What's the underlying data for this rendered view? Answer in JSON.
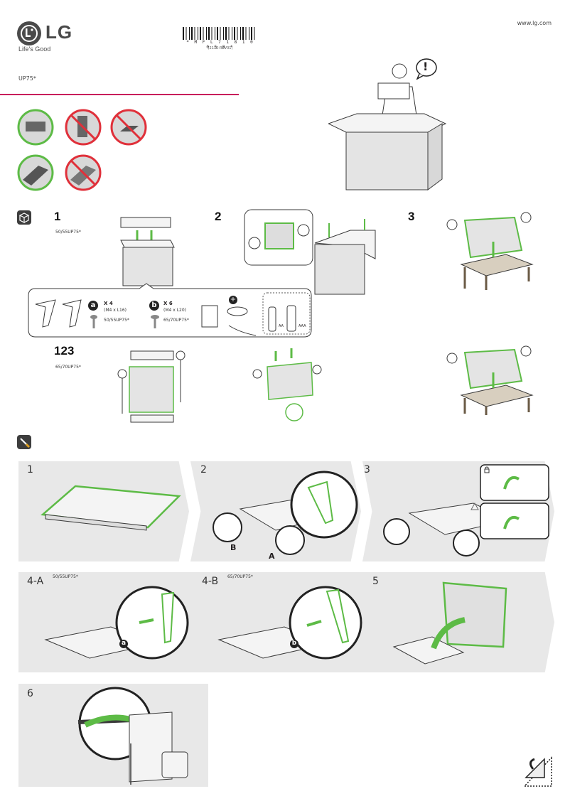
{
  "brand": {
    "logo_text": "LG",
    "tagline": "Life's Good",
    "website": "www.lg.com"
  },
  "barcode": {
    "code": "* M F L 7 1 8 1 0 0 5 0 *",
    "revision": "(2112-REV01)"
  },
  "model": "UP75*",
  "unpack": {
    "step1": "1",
    "step2": "2",
    "step3": "3",
    "group_label": "123",
    "model_small": "50/55UP75*",
    "model_large": "65/70UP75*",
    "screw_a": {
      "badge": "a",
      "count": "X 4",
      "spec": "(M4 x L16)",
      "model": "50/55UP75*"
    },
    "screw_b": {
      "badge": "b",
      "count": "X 6",
      "spec": "(M4 x L20)",
      "model": "65/70UP75*"
    },
    "battery_aa": "AA",
    "battery_aaa": "AAA",
    "alert_symbol": "!"
  },
  "assembly": {
    "steps": [
      {
        "num": "1"
      },
      {
        "num": "2",
        "label_a": "A",
        "label_b": "B"
      },
      {
        "num": "3"
      },
      {
        "num": "4-A",
        "model": "50/55UP75*",
        "badge": "a"
      },
      {
        "num": "4-B",
        "model": "65/70UP75*",
        "badge": "b"
      },
      {
        "num": "5"
      },
      {
        "num": "6"
      }
    ]
  },
  "colors": {
    "accent_green": "#5dbb46",
    "rule_magenta": "#c81e5a",
    "prohibited_red": "#e0303a",
    "panel_gray": "#e8e8e8"
  },
  "icons": [
    "lg-logo-icon",
    "box-icon",
    "screwdriver-icon",
    "warning-icon",
    "lock-icon",
    "page-turn-icon"
  ]
}
